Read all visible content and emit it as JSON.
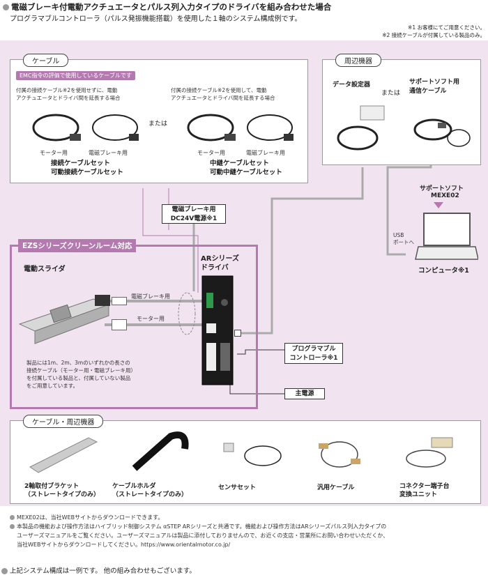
{
  "header": {
    "title": "電磁ブレーキ付電動アクチュエータとパルス列入力タイプのドライバを組み合わせた場合",
    "subtitle": "プログラマブルコントローラ（パルス発振機能搭載）を使用した１軸のシステム構成例です。",
    "notes": [
      "※1 お客様にてご用意ください。",
      "※2 接続ケーブルが付属している製品のみ。"
    ]
  },
  "cable_section": {
    "tab": "ケーブル",
    "emc_badge": "EMC指令の評価で使用しているケーブルです",
    "left_desc": "付属の接続ケーブル※2を使用せずに、電動\nアクチュエータとドライバ間を延長する場合",
    "right_desc": "付属の接続ケーブル※2を使用して、電動\nアクチュエータとドライバ間を延長する場合",
    "or": "または",
    "motor_label": "モーター用",
    "brake_label": "電磁ブレーキ用",
    "left_title": "接続ケーブルセット\n可動接続ケーブルセット",
    "right_title": "中継ケーブルセット\n可動中継ケーブルセット"
  },
  "peripheral": {
    "tab": "周辺機器",
    "data_setter": "データ設定器",
    "or": "または",
    "support_cable": "サポートソフト用\n通信ケーブル"
  },
  "support_soft": {
    "label": "サポートソフト",
    "name": "MEXE02",
    "usb": "USB\nポートへ",
    "computer": "コンピュータ※1"
  },
  "brake_power": "電磁ブレーキ用\nDC24V電源※1",
  "ezs": {
    "header": "EZSシリーズクリーンルーム対応",
    "slider": "電動スライダ",
    "brake_cable": "電磁ブレーキ用",
    "motor_cable": "モーター用",
    "note": "製品には1m、2m、3mのいずれかの長さの\n接続ケーブル（モーター用・電磁ブレーキ用）\nを付属している製品と、付属していない製品\nをご用意しています。"
  },
  "driver": "ARシリーズ\nドライバ",
  "plc": "プログラマブル\nコントローラ※1",
  "main_power": "主電源",
  "bottom_section": {
    "tab": "ケーブル・周辺機器",
    "items": [
      {
        "label": "2軸取付ブラケット\n（ストレートタイプのみ）",
        "icon": "bracket-icon"
      },
      {
        "label": "ケーブルホルダ\n（ストレートタイプのみ）",
        "icon": "cable-holder-icon"
      },
      {
        "label": "センサセット",
        "icon": "sensor-icon"
      },
      {
        "label": "汎用ケーブル",
        "icon": "cable-icon"
      },
      {
        "label": "コネクター端子台\n変換ユニット",
        "icon": "terminal-icon"
      }
    ]
  },
  "footnotes": [
    "MEXE02は、当社WEBサイトからダウンロードできます。",
    "本製品の機能および操作方法はハイブリッド制御システム αSTEP ARシリーズと共通です。機能および操作方法はARシリーズパルス列入力タイプの",
    "ユーザーズマニュアルをご覧ください。ユーザーズマニュアルは製品に添付しておりませんので、お近くの支店・営業所にお問い合わせいただくか、",
    "当社WEBサイトからダウンロードしてください。https://www.orientalmotor.co.jp/"
  ],
  "bottom_note": "上記システム構成は一例です。 他の組み合わせもございます。",
  "colors": {
    "accent": "#b47ab0",
    "background": "#f1e4f0",
    "line": "#aaaaaa"
  }
}
